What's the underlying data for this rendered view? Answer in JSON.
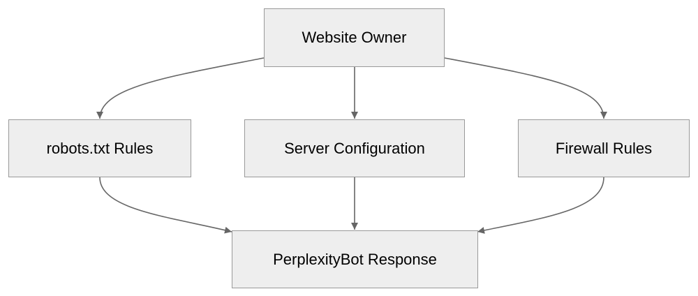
{
  "diagram": {
    "nodes": {
      "owner": {
        "label": "Website Owner"
      },
      "robots": {
        "label": "robots.txt Rules"
      },
      "server": {
        "label": "Server Configuration"
      },
      "firewall": {
        "label": "Firewall Rules"
      },
      "response": {
        "label": "PerplexityBot Response"
      }
    },
    "edges": [
      {
        "from": "owner",
        "to": "robots"
      },
      {
        "from": "owner",
        "to": "server"
      },
      {
        "from": "owner",
        "to": "firewall"
      },
      {
        "from": "robots",
        "to": "response"
      },
      {
        "from": "server",
        "to": "response"
      },
      {
        "from": "firewall",
        "to": "response"
      }
    ],
    "colors": {
      "node_fill": "#eeeeee",
      "node_border": "#999999",
      "edge": "#666666",
      "text": "#000000"
    }
  }
}
